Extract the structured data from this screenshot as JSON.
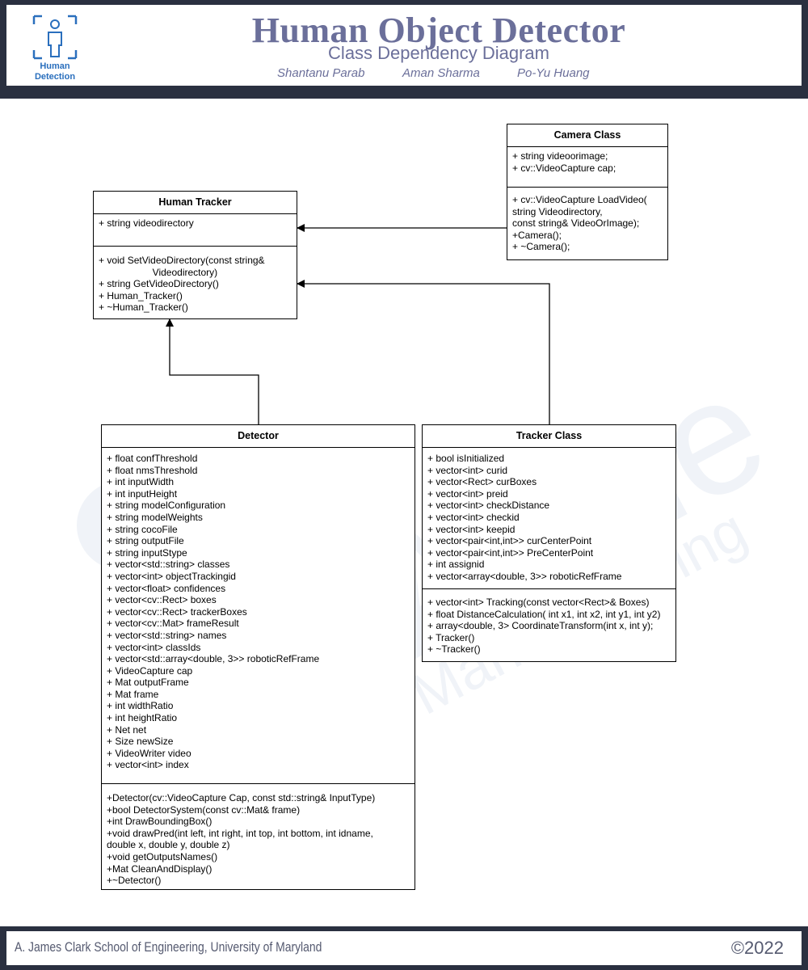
{
  "header": {
    "logo_text_line1": "Human",
    "logo_text_line2": "Detection",
    "title": "Human Object Detector",
    "subtitle": "Class Dependency Diagram",
    "authors": [
      "Shantanu Parab",
      "Aman Sharma",
      "Po-Yu Huang"
    ]
  },
  "watermark": {
    "line1": "Acme",
    "line2": "Manufacturing"
  },
  "classes": {
    "camera": {
      "name": "Camera Class",
      "attributes": [
        "+ string videoorimage;",
        "+ cv::VideoCapture cap;"
      ],
      "methods": [
        "+ cv::VideoCapture LoadVideo(",
        "string Videodirectory,",
        "const string& VideoOrImage);",
        "+Camera();",
        "+ ~Camera();"
      ]
    },
    "human_tracker": {
      "name": "Human Tracker",
      "attributes": [
        "+ string videodirectory"
      ],
      "methods": [
        "+ void SetVideoDirectory(const string&",
        "                    Videodirectory)",
        "+ string GetVideoDirectory()",
        "+ Human_Tracker()",
        "+ ~Human_Tracker()"
      ]
    },
    "detector": {
      "name": "Detector",
      "attributes": [
        "+ float confThreshold",
        "+ float nmsThreshold",
        "+ int inputWidth",
        "+ int inputHeight",
        "+ string modelConfiguration",
        "+ string modelWeights",
        "+ string cocoFile",
        "+ string outputFile",
        "+ string inputStype",
        "+ vector<std::string> classes",
        "+ vector<int> objectTrackingid",
        "+ vector<float> confidences",
        "+ vector<cv::Rect> boxes",
        "+ vector<cv::Rect> trackerBoxes",
        "+ vector<cv::Mat> frameResult",
        "+ vector<std::string> names",
        "+ vector<int> classIds",
        "+ vector<std::array<double, 3>> roboticRefFrame",
        "+ VideoCapture cap",
        "+ Mat outputFrame",
        "+ Mat frame",
        "+ int widthRatio",
        "+ int heightRatio",
        "+ Net net",
        "+ Size newSize",
        "+ VideoWriter video",
        "+ vector<int> index"
      ],
      "methods": [
        "+Detector(cv::VideoCapture Cap, const std::string& InputType)",
        "+bool DetectorSystem(const cv::Mat& frame)",
        "+int DrawBoundingBox()",
        "+void drawPred(int left, int right, int top, int bottom, int idname,",
        "double x, double y, double z)",
        "+void getOutputsNames()",
        "+Mat CleanAndDisplay()",
        "+~Detector()"
      ]
    },
    "tracker": {
      "name": "Tracker Class",
      "attributes": [
        "+ bool isInitialized",
        "+ vector<int> curid",
        "+ vector<Rect> curBoxes",
        "+ vector<int> preid",
        "+ vector<int> checkDistance",
        "+ vector<int> checkid",
        "+ vector<int> keepid",
        "+ vector<pair<int,int>> curCenterPoint",
        "+ vector<pair<int,int>> PreCenterPoint",
        "+ int assignid",
        "+ vector<array<double, 3>> roboticRefFrame"
      ],
      "methods": [
        "+ vector<int> Tracking(const vector<Rect>& Boxes)",
        "+ float DistanceCalculation( int x1, int x2, int y1, int y2)",
        "+ array<double, 3> CoordinateTransform(int x, int y);",
        "+ Tracker()",
        "+ ~Tracker()"
      ]
    }
  },
  "footer": {
    "left": "A. James Clark School of Engineering, University of Maryland",
    "right": "©2022"
  }
}
